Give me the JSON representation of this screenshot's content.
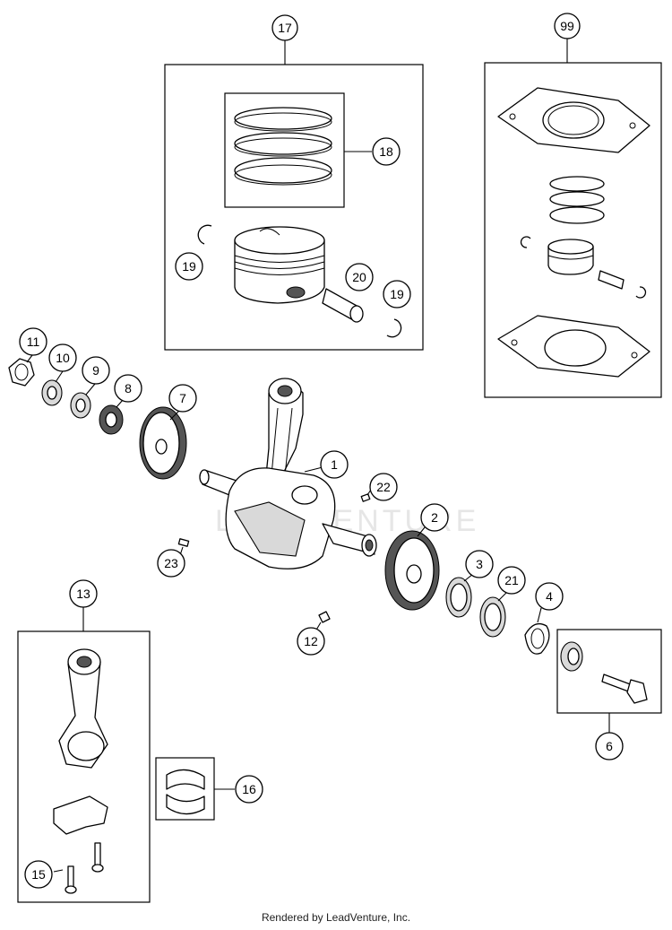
{
  "footer": {
    "credit": "Rendered by LeadVenture, Inc."
  },
  "watermark": {
    "text": "LEADVENTURE"
  },
  "callouts": [
    {
      "id": "c17",
      "label": "17"
    },
    {
      "id": "c99",
      "label": "99"
    },
    {
      "id": "c18",
      "label": "18"
    },
    {
      "id": "c19a",
      "label": "19"
    },
    {
      "id": "c20",
      "label": "20"
    },
    {
      "id": "c19b",
      "label": "19"
    },
    {
      "id": "c11",
      "label": "11"
    },
    {
      "id": "c10",
      "label": "10"
    },
    {
      "id": "c9",
      "label": "9"
    },
    {
      "id": "c8",
      "label": "8"
    },
    {
      "id": "c7",
      "label": "7"
    },
    {
      "id": "c1",
      "label": "1"
    },
    {
      "id": "c22",
      "label": "22"
    },
    {
      "id": "c2",
      "label": "2"
    },
    {
      "id": "c23",
      "label": "23"
    },
    {
      "id": "c3",
      "label": "3"
    },
    {
      "id": "c21",
      "label": "21"
    },
    {
      "id": "c4",
      "label": "4"
    },
    {
      "id": "c12",
      "label": "12"
    },
    {
      "id": "c13",
      "label": "13"
    },
    {
      "id": "c6",
      "label": "6"
    },
    {
      "id": "c16",
      "label": "16"
    },
    {
      "id": "c15",
      "label": "15"
    }
  ]
}
